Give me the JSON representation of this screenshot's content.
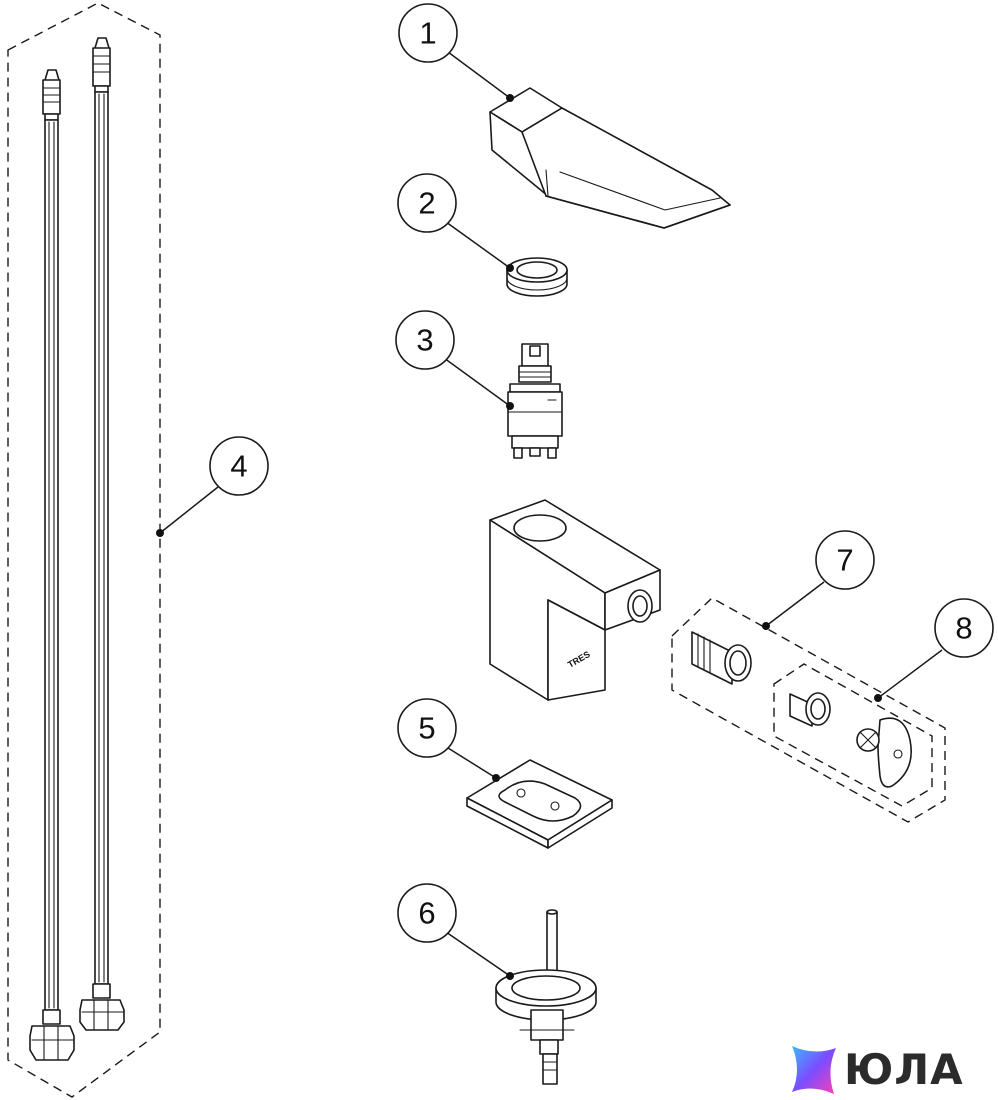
{
  "callouts": [
    {
      "id": "1",
      "label": "1"
    },
    {
      "id": "2",
      "label": "2"
    },
    {
      "id": "3",
      "label": "3"
    },
    {
      "id": "4",
      "label": "4"
    },
    {
      "id": "5",
      "label": "5"
    },
    {
      "id": "6",
      "label": "6"
    },
    {
      "id": "7",
      "label": "7"
    },
    {
      "id": "8",
      "label": "8"
    }
  ],
  "body_mark": "TRES",
  "brand": {
    "name": "ЮЛА",
    "icon": "star-logo-icon",
    "colors": [
      "#3db8ff",
      "#7b4dff",
      "#ff3fb4"
    ]
  }
}
